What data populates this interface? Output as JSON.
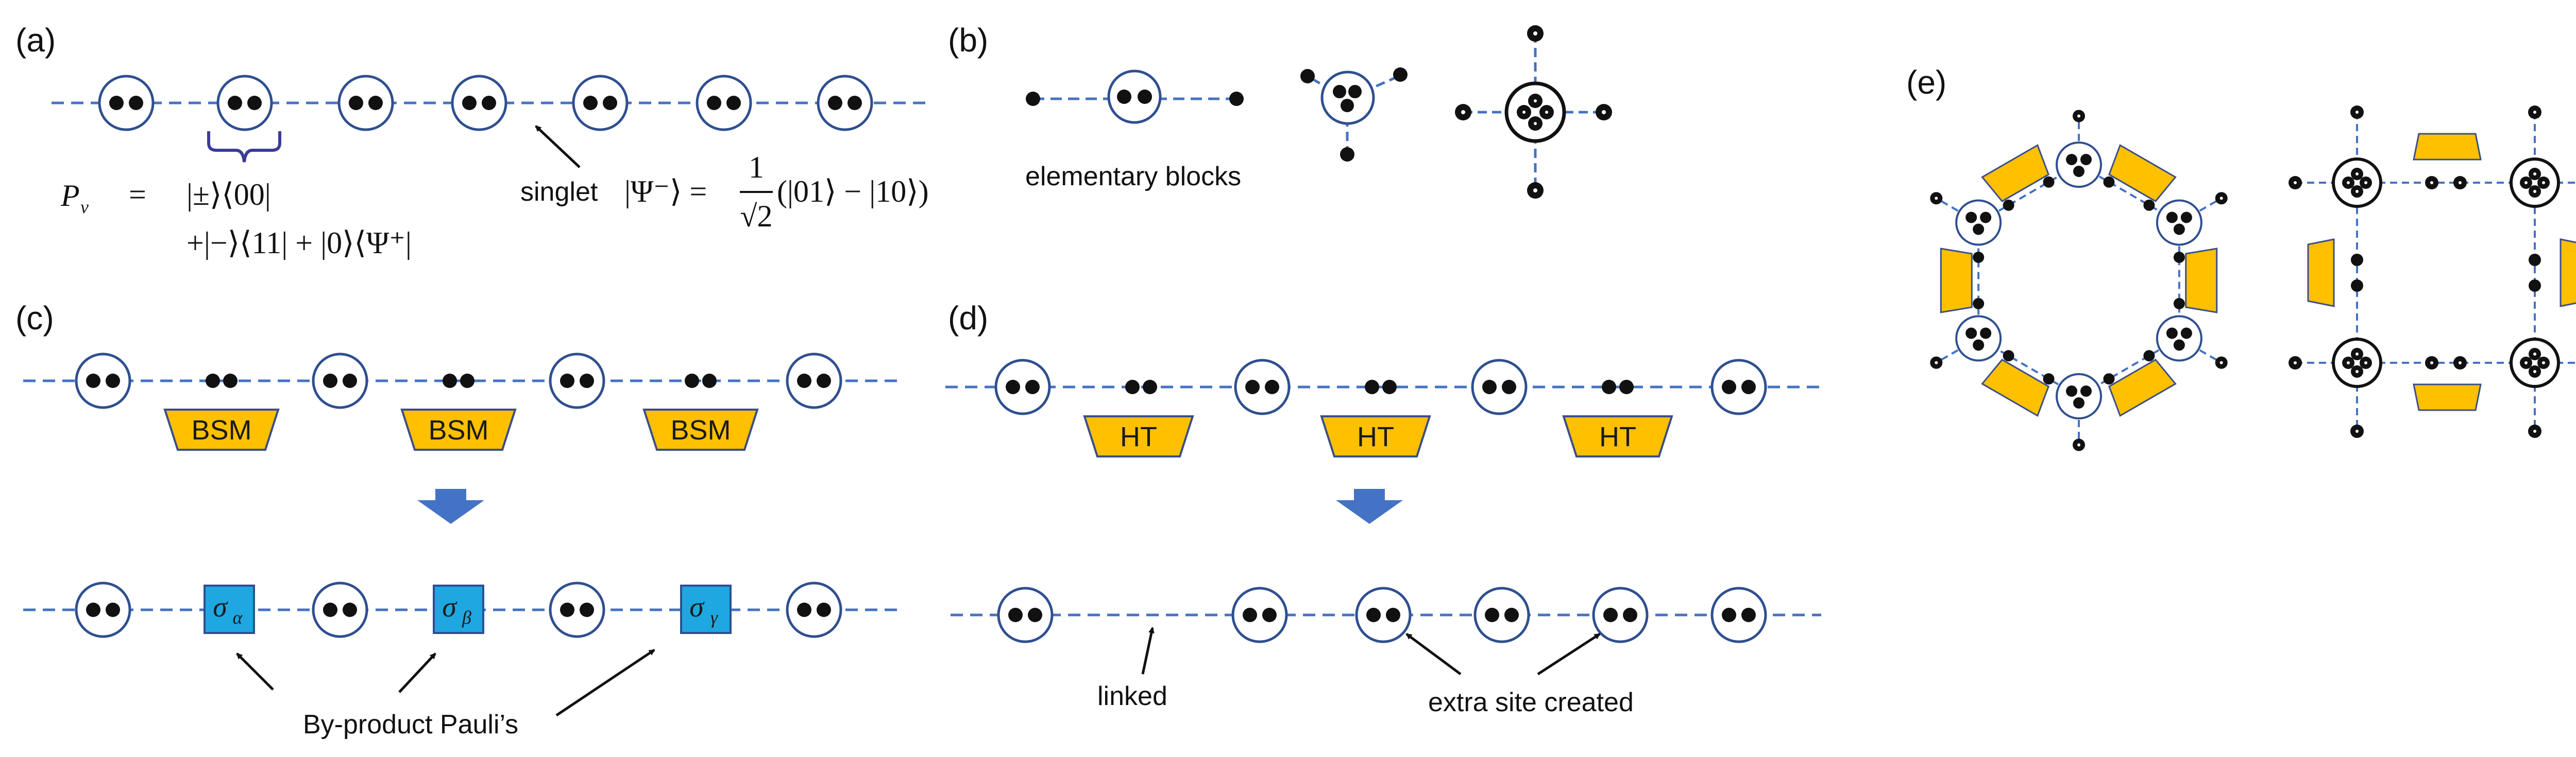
{
  "colors": {
    "circle": "#2f4f8f",
    "dash": "#4472c4",
    "gold": "#ffc000",
    "cyan": "#1ea7e1",
    "arrow_blue": "#4472c4",
    "brace": "#3b3b9a"
  },
  "panels": {
    "a": {
      "label": "(a)",
      "pv_lhs": "P",
      "pv_sub": "v",
      "pv_eq": "=",
      "pv_line1": "|±⟩⟨00|",
      "pv_line2": "+|−⟩⟨11| + |0⟩⟨Ψ⁺|",
      "singlet_label": "singlet",
      "singlet_state": "|Ψ⁻⟩ =",
      "frac_num": "1",
      "frac_den": "√2",
      "singlet_rhs": "(|01⟩ − |10⟩)"
    },
    "b": {
      "label": "(b)",
      "caption": "elementary blocks"
    },
    "c": {
      "label": "(c)",
      "bsm_label": "BSM",
      "sigma_symbol": "σ",
      "sigma_subs": [
        "α",
        "β",
        "γ"
      ],
      "caption": "By-product Pauli’s",
      "down_arrow_icon": "down-arrow-icon"
    },
    "d": {
      "label": "(d)",
      "ht_label": "HT",
      "linked_label": "linked",
      "extra_label": "extra site created",
      "down_arrow_icon": "down-arrow-icon"
    },
    "e": {
      "label": "(e)"
    }
  }
}
